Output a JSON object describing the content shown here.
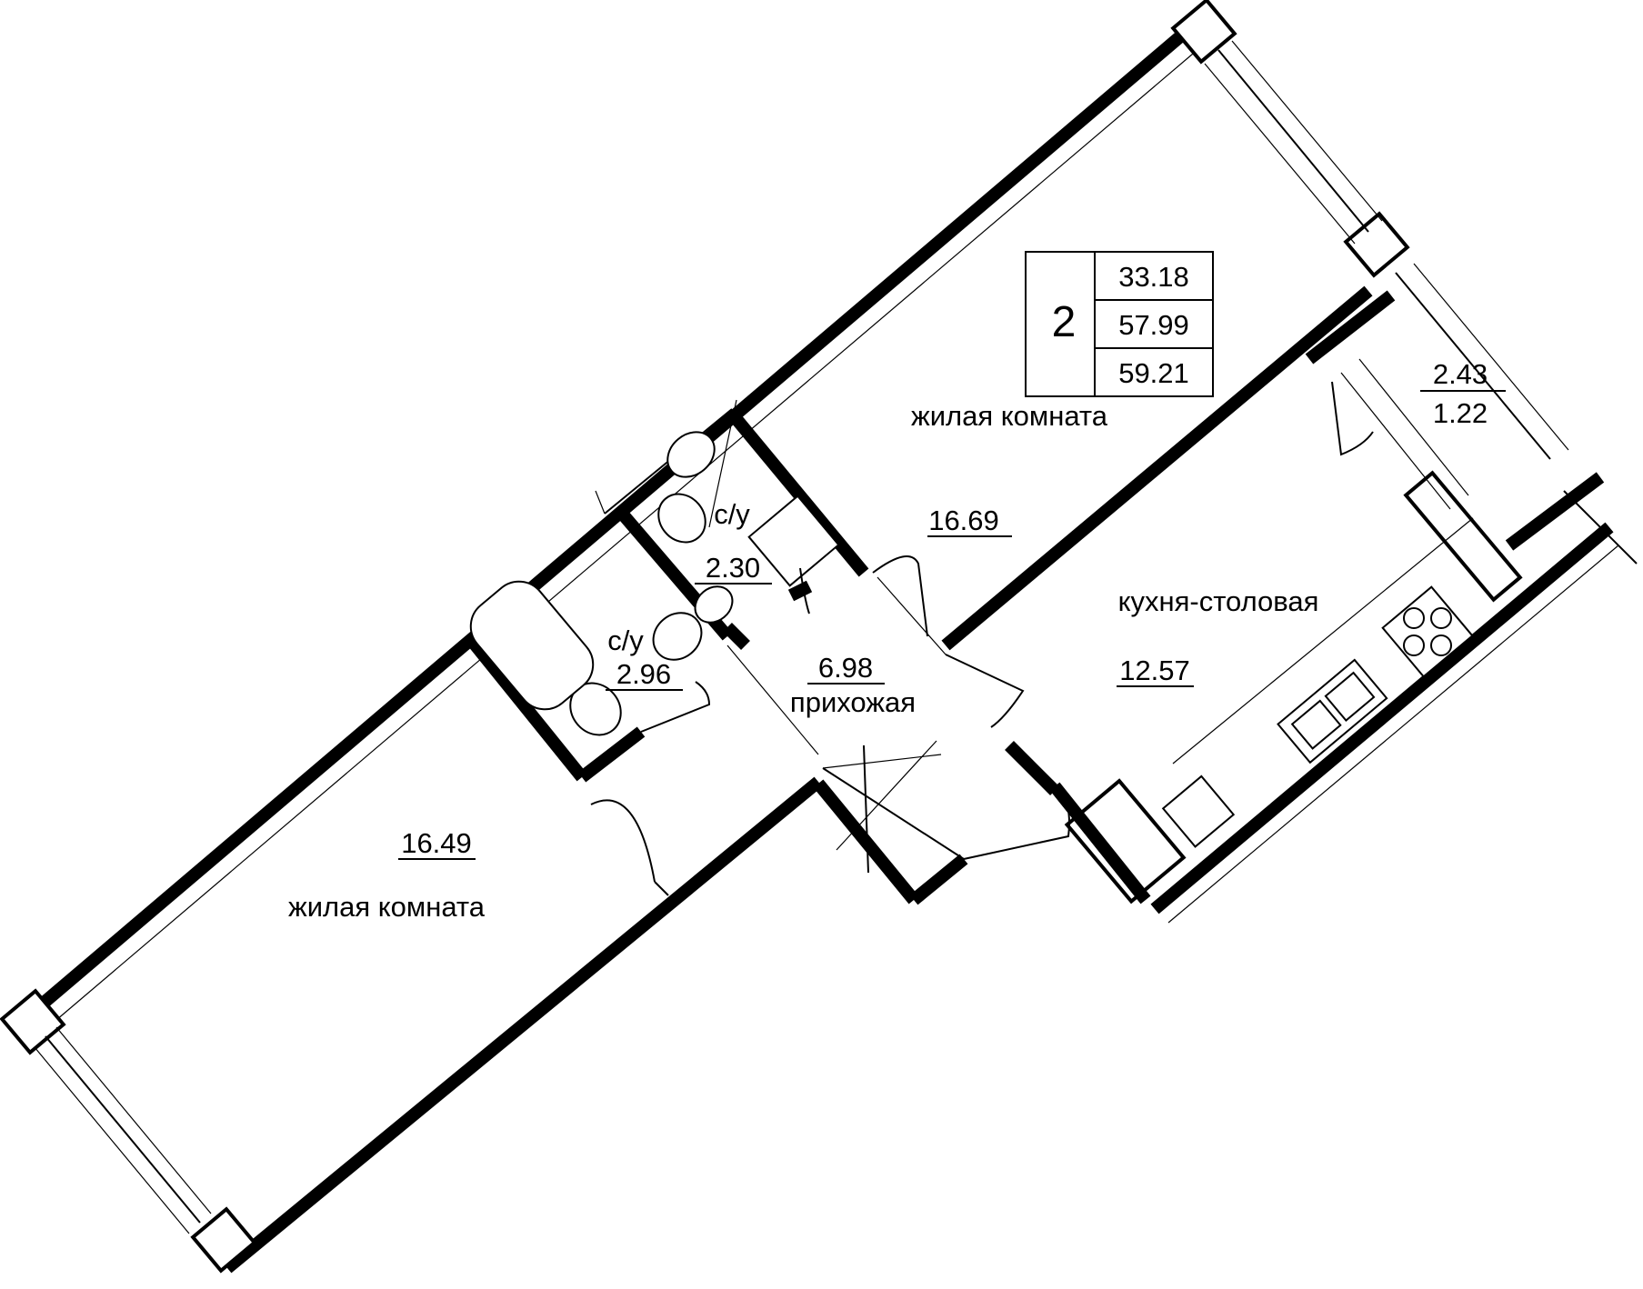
{
  "summary": {
    "rooms": "2",
    "area_living": "33.18",
    "area_total": "57.99",
    "area_with_balcony": "59.21"
  },
  "rooms": {
    "living_top": {
      "label": "жилая комната",
      "area": "16.69"
    },
    "living_bottom": {
      "label": "жилая комната",
      "area": "16.49"
    },
    "kitchen": {
      "label": "кухня-столовая",
      "area": "12.57"
    },
    "hall": {
      "label": "прихожая",
      "area": "6.98"
    },
    "wc_1": {
      "label": "с/у",
      "area": "2.30"
    },
    "wc_2": {
      "label": "с/у",
      "area": "2.96"
    },
    "balcony": {
      "area": "2.43",
      "area_reduced": "1.22"
    }
  }
}
